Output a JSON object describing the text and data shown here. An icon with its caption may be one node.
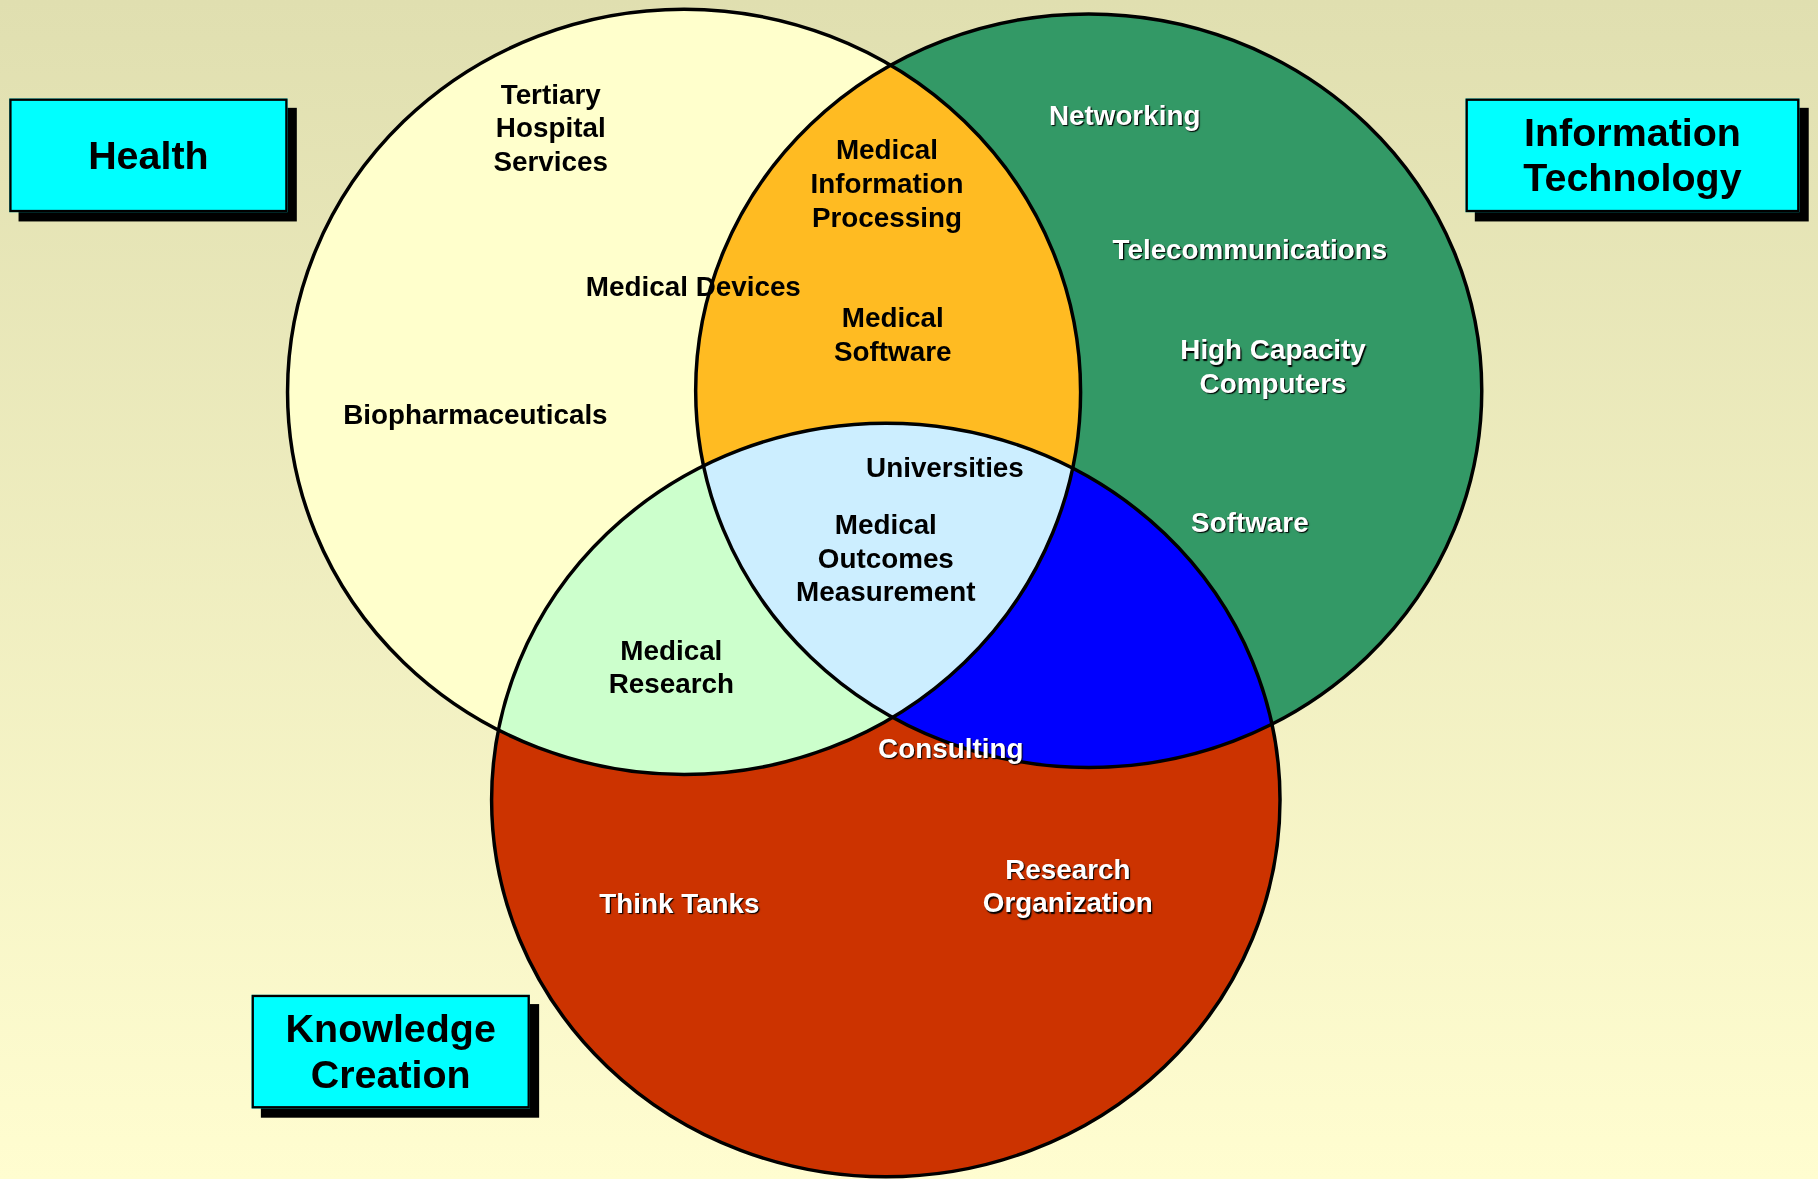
{
  "diagram": {
    "nodes": [
      {
        "text": [
          "Health"
        ]
      },
      {
        "text": [
          "Information Technology"
        ]
      },
      {
        "text": [
          "Knowledge Creation"
        ]
      }
    ],
    "labels": [
      "Tertiary Hospital Services",
      "Networking",
      "Medical Information Processing",
      "Telecommunications",
      "Medical Devices",
      "Medical Software",
      "High Capacity Computers",
      "Biopharmaceuticals",
      "Universities",
      "Software",
      "Medical Outcomes Measurement",
      "Medical Research",
      "Consulting",
      "Research Organization",
      "Think Tanks"
    ]
  }
}
